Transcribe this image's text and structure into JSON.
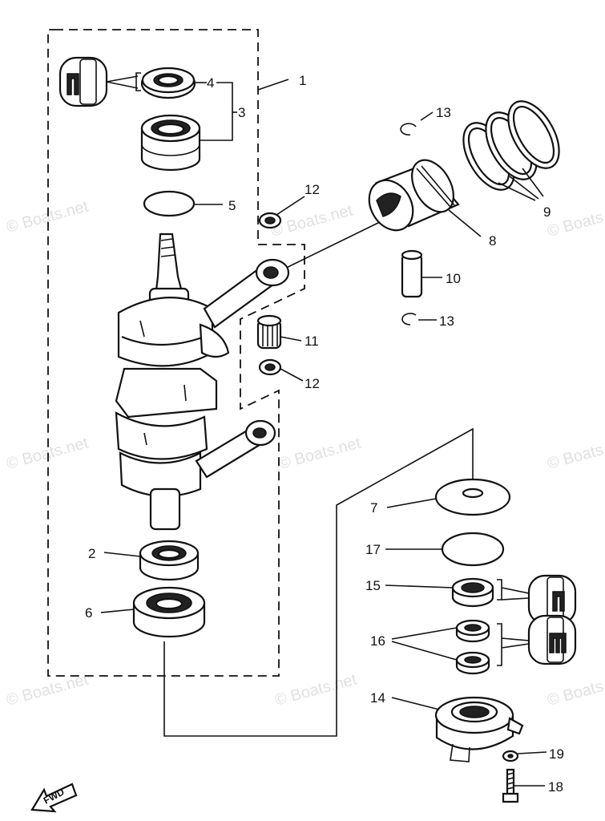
{
  "watermark": "© Boats.net",
  "fwd_label": "FWD",
  "callouts": {
    "p1": "1",
    "p2": "2",
    "p3": "3",
    "p4": "4",
    "p5": "5",
    "p6": "6",
    "p7": "7",
    "p8": "8",
    "p9": "9",
    "p10": "10",
    "p11": "11",
    "p12a": "12",
    "p12b": "12",
    "p13a": "13",
    "p13b": "13",
    "p14": "14",
    "p15": "15",
    "p16": "16",
    "p17": "17",
    "p18": "18",
    "p19": "19"
  }
}
